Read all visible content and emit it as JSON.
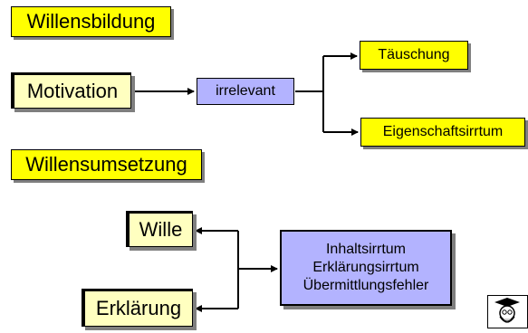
{
  "headings": {
    "willensbildung": "Willensbildung",
    "willensumsetzung": "Willensumsetzung"
  },
  "nodes": {
    "motivation": "Motivation",
    "irrelevant": "irrelevant",
    "taeuschung": "Täuschung",
    "eigenschaftsirrtum": "Eigenschaftsirrtum",
    "wille": "Wille",
    "erklaerung": "Erklärung",
    "irrtuemer": [
      "Inhaltsirrtum",
      "Erklärungsirrtum",
      "Übermittlungsfehler"
    ]
  },
  "colors": {
    "yellow": "#ffff00",
    "cream": "#ffffc0",
    "lilac": "#b3b3ff",
    "shadow": "#7f7f7f"
  },
  "icons": [
    "professor-clipart-icon"
  ]
}
